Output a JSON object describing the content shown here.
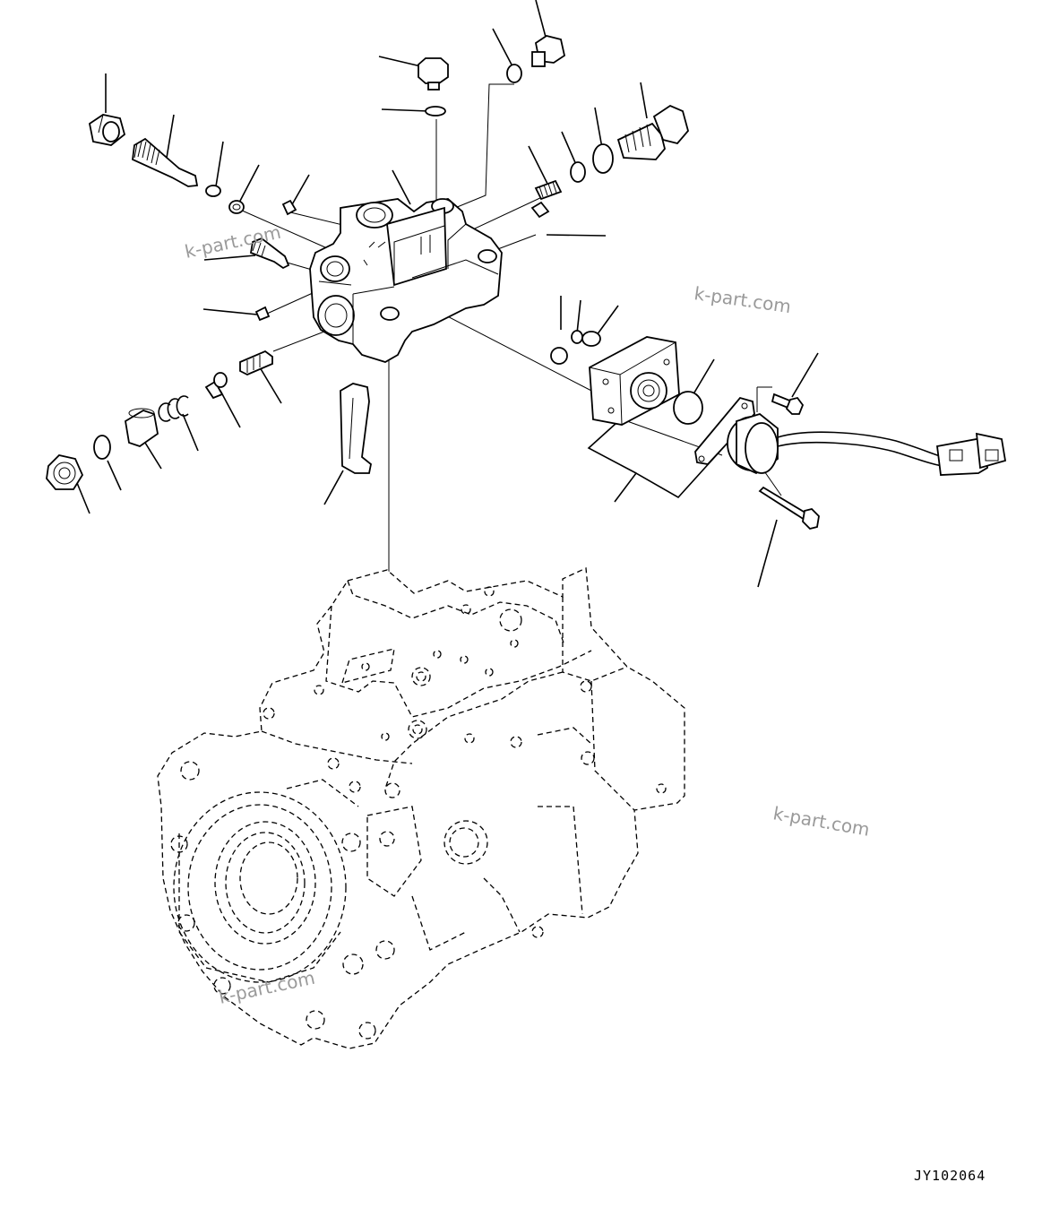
{
  "diagram": {
    "drawing_code": "JY102064",
    "watermarks": [
      "k-part.com",
      "k-part.com",
      "k-part.com",
      "k-part.com"
    ]
  }
}
